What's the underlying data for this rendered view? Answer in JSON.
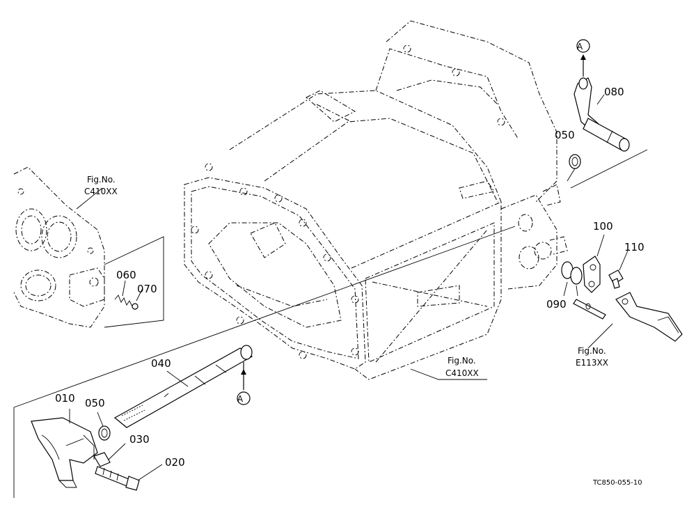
{
  "labels": {
    "p010": "010",
    "p020": "020",
    "p030": "030",
    "p040": "040",
    "p050a": "050",
    "p050b": "050",
    "p060": "060",
    "p070": "070",
    "p080": "080",
    "p090": "090",
    "p100": "100",
    "p110": "110"
  },
  "refs": {
    "a_top": "A",
    "a_bottom": "A"
  },
  "figrefs": {
    "left": {
      "line1": "Fig.No.",
      "line2": "C410XX"
    },
    "center": {
      "line1": "Fig.No.",
      "line2": "C410XX"
    },
    "right": {
      "line1": "Fig.No.",
      "line2": "E113XX"
    }
  },
  "drawing_code": "TC850-055-10"
}
